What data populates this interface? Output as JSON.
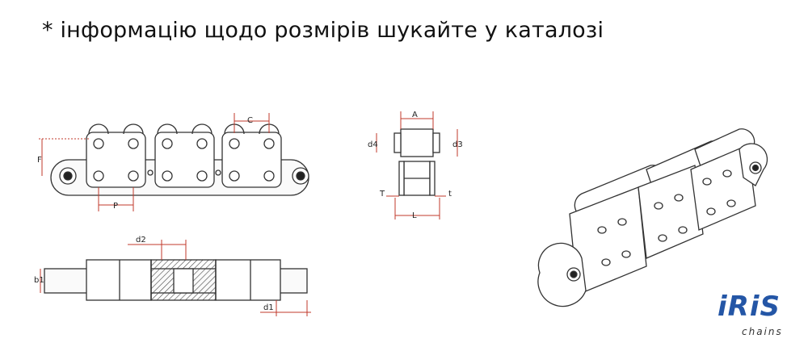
{
  "heading": "* інформацію щодо розмірів шукайте у каталозі",
  "labels": {
    "F": "F",
    "P": "P",
    "C": "C",
    "A": "A",
    "d4": "d4",
    "d3": "d3",
    "T": "T",
    "t": "t",
    "L": "L",
    "d2": "d2",
    "b1": "b1",
    "d1": "d1"
  },
  "logo": {
    "brand": "iRiS",
    "sub": "chains"
  },
  "colors": {
    "line": "#333333",
    "dim": "#c0392b",
    "logo_blue": "#2456a6",
    "hatch": "#444444"
  }
}
